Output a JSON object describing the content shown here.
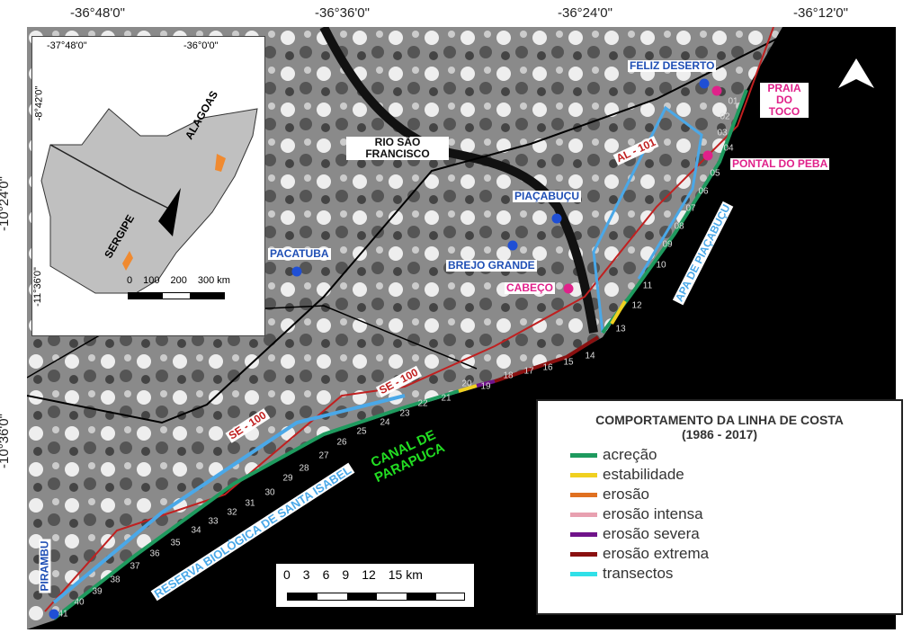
{
  "axes": {
    "top": [
      "-36°48'0\"",
      "-36°36'0\"",
      "-36°24'0\"",
      "-36°12'0\""
    ],
    "left": [
      "-10°24'0\"",
      "-10°36'0\""
    ]
  },
  "inset": {
    "top": [
      "-37°48'0\"",
      "-36°0'0\""
    ],
    "left": [
      "-8°42'0\"",
      "-11°36'0\""
    ],
    "states": [
      "ALAGOAS",
      "SERGIPE"
    ],
    "scale": [
      "0",
      "100",
      "200",
      "300 km"
    ]
  },
  "places": {
    "feliz_deserto": "FELIZ DESERTO",
    "praia_do_toco": "PRAIA DO TOCO",
    "pontal_do_peba": "PONTAL DO PEBA",
    "piacabucu": "PIAÇABUÇU",
    "brejo_grande": "BREJO GRANDE",
    "cabeco": "CABEÇO",
    "pacatuba": "PACATUBA",
    "pirambu": "PIRAMBU",
    "rio": "RIO SÃO FRANCISCO"
  },
  "roads": {
    "al101": "AL - 101",
    "se100a": "SE - 100",
    "se100b": "SE - 100"
  },
  "areas": {
    "apa": "APA DE PIAÇABUÇU",
    "reserva": "RESERVA BIOLÓGICA DE SANTA ISABEL",
    "canal": "CANAL DE PARAPUCA"
  },
  "transects": [
    "01",
    "02",
    "03",
    "04",
    "05",
    "06",
    "07",
    "08",
    "09",
    "10",
    "11",
    "12",
    "13",
    "14",
    "15",
    "16",
    "17",
    "18",
    "19",
    "20",
    "21",
    "22",
    "23",
    "24",
    "25",
    "26",
    "27",
    "28",
    "29",
    "30",
    "31",
    "32",
    "33",
    "34",
    "35",
    "36",
    "37",
    "38",
    "39",
    "40",
    "41"
  ],
  "scale": [
    "0",
    "3",
    "6",
    "9",
    "12",
    "15 km"
  ],
  "legend": {
    "title": "COMPORTAMENTO DA LINHA DE COSTA",
    "period": "(1986 - 2017)",
    "items": [
      {
        "label": "acreção",
        "color": "#1e9a5e"
      },
      {
        "label": "estabilidade",
        "color": "#f0d020"
      },
      {
        "label": "erosão",
        "color": "#e07020"
      },
      {
        "label": "erosão intensa",
        "color": "#e8a0b0"
      },
      {
        "label": "erosão severa",
        "color": "#70138a"
      },
      {
        "label": "erosão extrema",
        "color": "#8a1010"
      },
      {
        "label": "transectos",
        "color": "#30e0e8"
      }
    ]
  }
}
